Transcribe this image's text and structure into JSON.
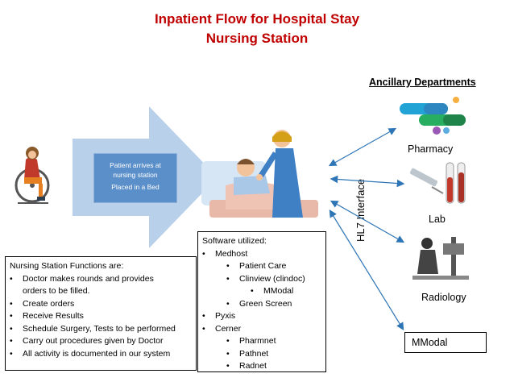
{
  "title": {
    "line1": "Inpatient Flow for Hospital Stay",
    "line2": "Nursing Station"
  },
  "ancillary": {
    "heading": "Ancillary Departments",
    "pharmacy": "Pharmacy",
    "lab": "Lab",
    "radiology": "Radiology",
    "mmodal": "MModal"
  },
  "interface_label": "HL7 Interface",
  "patient_box": {
    "line1": "Patient arrives at",
    "line2": "nursing station",
    "line3": "Placed in a Bed"
  },
  "nursing_functions": {
    "heading": "Nursing Station Functions are:",
    "items": [
      "Doctor makes  rounds and provides",
      "orders to be filled.",
      "Create orders",
      "Receive Results",
      "Schedule Surgery, Tests to be performed",
      "Carry out procedures  given by Doctor",
      "All activity is documented in  our system"
    ]
  },
  "software": {
    "heading": "Software utilized:",
    "medhost": "Medhost",
    "patient_care": "Patient Care",
    "clinview": "Clinview  (clindoc)",
    "mmodal": "MModal",
    "green_screen": "Green Screen",
    "pyxis": "Pyxis",
    "cerner": "Cerner",
    "pharmnet": "Pharmnet",
    "pathnet": "Pathnet",
    "radnet": "Radnet"
  },
  "colors": {
    "title": "#c00000",
    "arrow": "#b9d0ea",
    "box_fill": "#5b8fc9",
    "connector": "#2e75b6"
  },
  "icons": [
    "wheelchair-patient-icon",
    "nurse-patient-icon",
    "pills-icon",
    "syringe-test-tubes-icon",
    "xray-machine-icon"
  ]
}
